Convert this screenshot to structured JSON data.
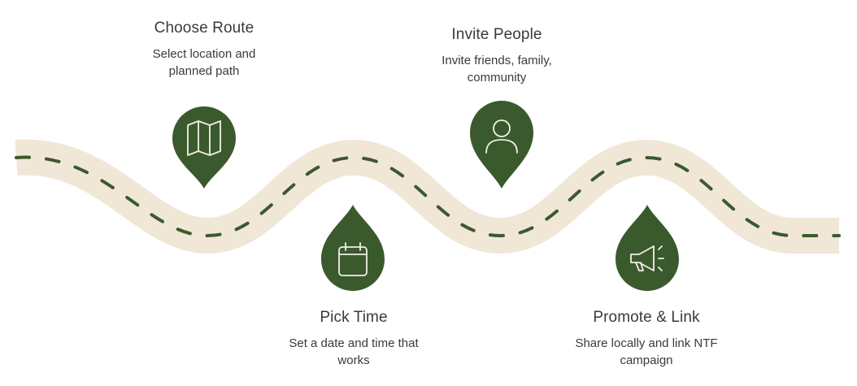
{
  "colors": {
    "road": "#f1e7d7",
    "dash": "#3b5a2e",
    "pin": "#3a5a2d",
    "icon": "#f2efe6"
  },
  "steps": [
    {
      "title": "Choose Route",
      "description": "Select location and planned path",
      "icon": "map-icon"
    },
    {
      "title": "Invite People",
      "description": "Invite friends, family, community",
      "icon": "person-icon"
    },
    {
      "title": "Pick Time",
      "description": "Set a date and time that works",
      "icon": "calendar-icon"
    },
    {
      "title": "Promote & Link",
      "description": "Share locally and link NTF campaign",
      "icon": "megaphone-icon"
    }
  ]
}
